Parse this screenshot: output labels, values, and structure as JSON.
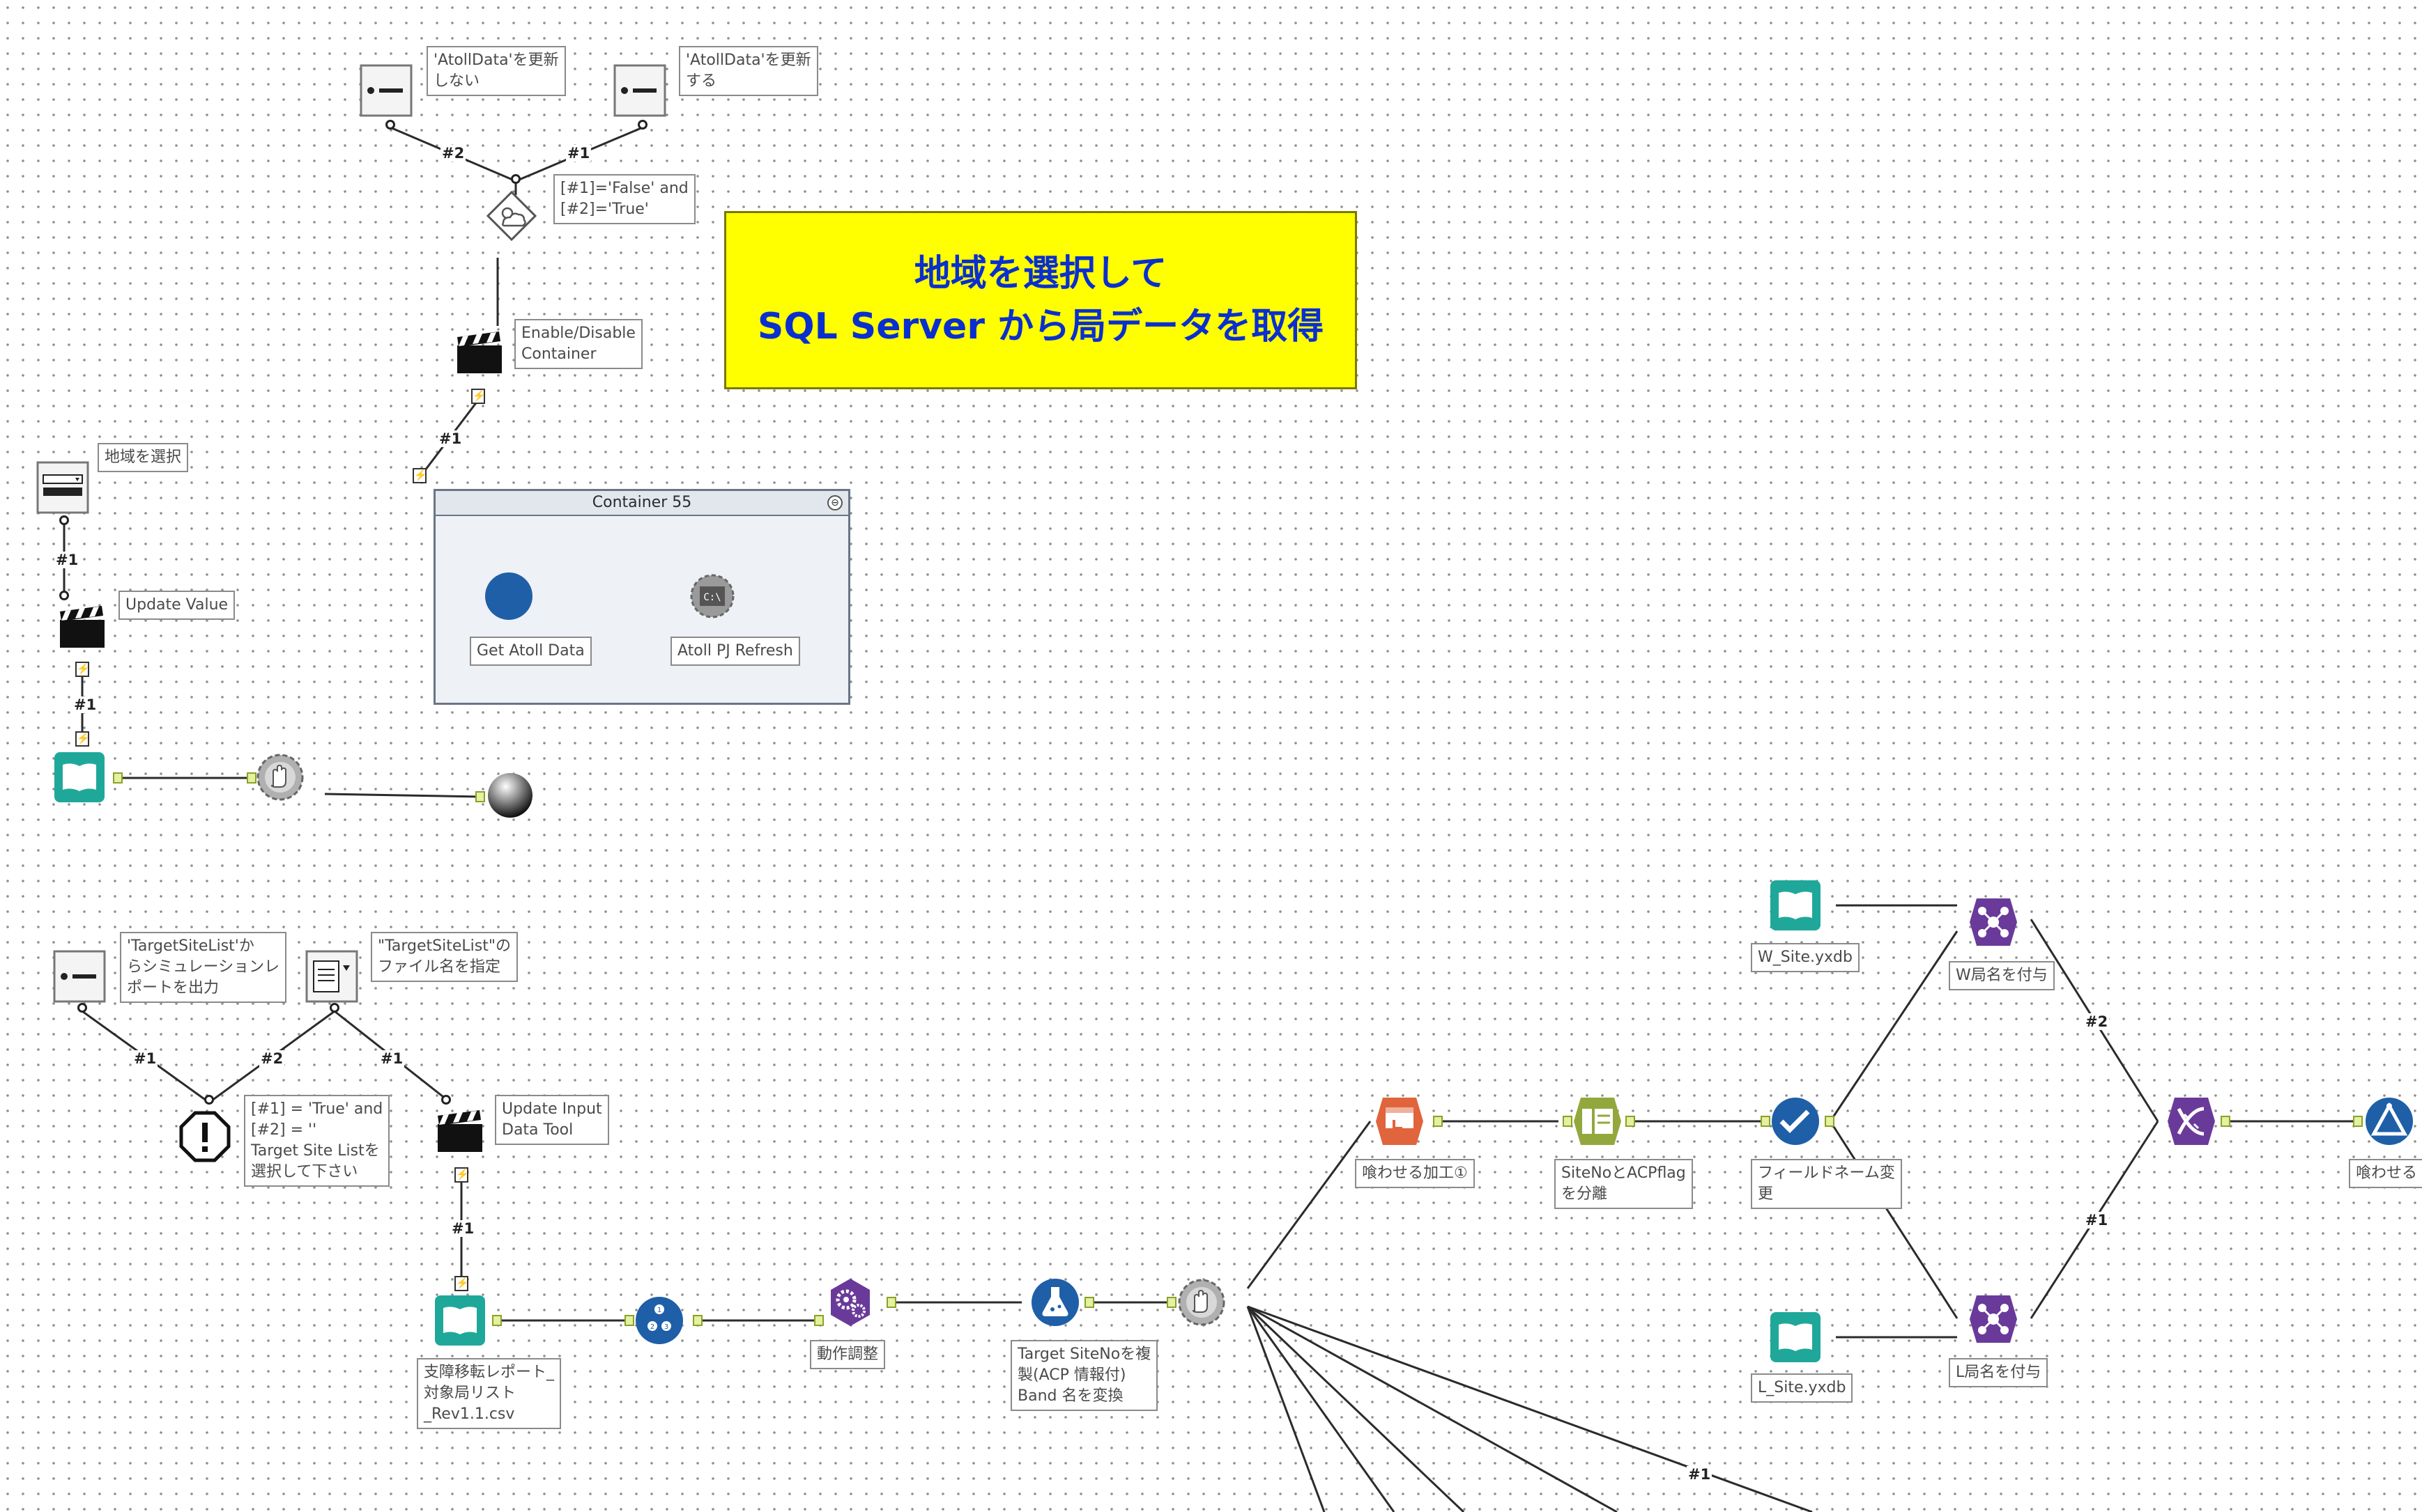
{
  "canvas": {
    "title_box": {
      "line1": "地域を選択して",
      "line2": "SQL Server から局データを取得",
      "bg_color": "#ffff00",
      "text_color": "#0a2fcf"
    },
    "container": {
      "title": "Container 55",
      "collapse_glyph": "⊖",
      "tools": [
        {
          "label": "Get Atoll Data",
          "icon": "macro-circle-icon"
        },
        {
          "label": "Atoll PJ Refresh",
          "icon": "run-command-icon"
        }
      ]
    },
    "annotations": {
      "not_update": "'AtollData'を更新\nしない",
      "update": "'AtollData'を更新\nする",
      "condition_top": "[#1]='False' and\n[#2]='True'",
      "enable_disable": "Enable/Disable\nContainer",
      "select_region": "地域を選択",
      "update_value": "Update Value",
      "target_sitelist_report": "'TargetSiteList'か\nらシミュレーションレ\nポートを出力",
      "target_sitelist_file": "\"TargetSiteList\"の\nファイル名を指定",
      "condition_bottom": "[#1] = 'True' and\n[#2] = ''\nTarget Site Listを\n選択して下さい",
      "update_input": "Update Input\nData Tool",
      "input_csv": "支障移転レポート_\n対象局リスト\n_Rev1.1.csv",
      "dousa": "動作調整",
      "target_siteno": "Target SiteNoを複\n製(ACP 情報付)\nBand 名を変換",
      "kuwaseru": "喰わせる加工①",
      "siteno_acp": "SiteNoとACPflag\nを分離",
      "field_rename": "フィールドネーム変\n更",
      "w_site": "W_Site.yxdb",
      "l_site": "L_Site.yxdb",
      "w_name": "W局名を付与",
      "l_name": "L局名を付与",
      "kuwaseru2": "喰わせる"
    },
    "wire_labels": {
      "n2": "#2",
      "n1": "#1"
    },
    "colors": {
      "teal": "#1fa89a",
      "purple": "#6a3a9a",
      "blue": "#1e5fa8",
      "orange": "#e0643c",
      "olive": "#93a83c",
      "gray": "#8c8c8c"
    }
  }
}
